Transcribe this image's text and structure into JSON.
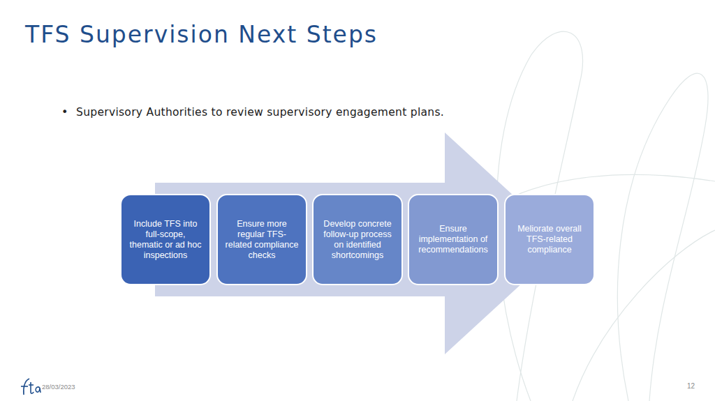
{
  "diagram": {
    "title": "TFS Supervision Next Steps",
    "nodes": [
      {
        "text": [
          "Include TFS into full-scope, thematic or ad hoc inspections"
        ]
      },
      {
        "text": [
          "Ensure more regular TFS-related compliance checks"
        ]
      },
      {
        "text": [
          "Develop concrete follow-up process on identified shortcomings"
        ]
      },
      {
        "text": [
          "Ensure implementation of recommendations"
        ]
      },
      {
        "text": [
          "Meliorate overall TFS-related compliance"
        ]
      }
    ],
    "labels": [
      "Supervisory Authorities to review supervisory engagement plans.",
      "28/03/2023",
      "12"
    ]
  }
}
